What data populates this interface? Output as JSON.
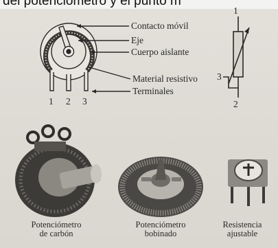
{
  "header_caption": "del potenciómetro y el punto m",
  "diagram": {
    "labels": {
      "moving_contact": "Contacto móvil",
      "shaft": "Eje",
      "insulating_body": "Cuerpo aislante",
      "resistive_material": "Material resistivo",
      "terminals": "Terminales"
    },
    "terminal_numbers": [
      "1",
      "2",
      "3"
    ]
  },
  "symbol": {
    "pin_top": "1",
    "pin_left": "3",
    "pin_bottom": "2"
  },
  "photos": [
    {
      "caption_line1": "Potenciómetro",
      "caption_line2": "de carbón"
    },
    {
      "caption_line1": "Potenciómetro",
      "caption_line2": "bobinado"
    },
    {
      "caption_line1": "Resistencia",
      "caption_line2": "ajustable"
    }
  ]
}
